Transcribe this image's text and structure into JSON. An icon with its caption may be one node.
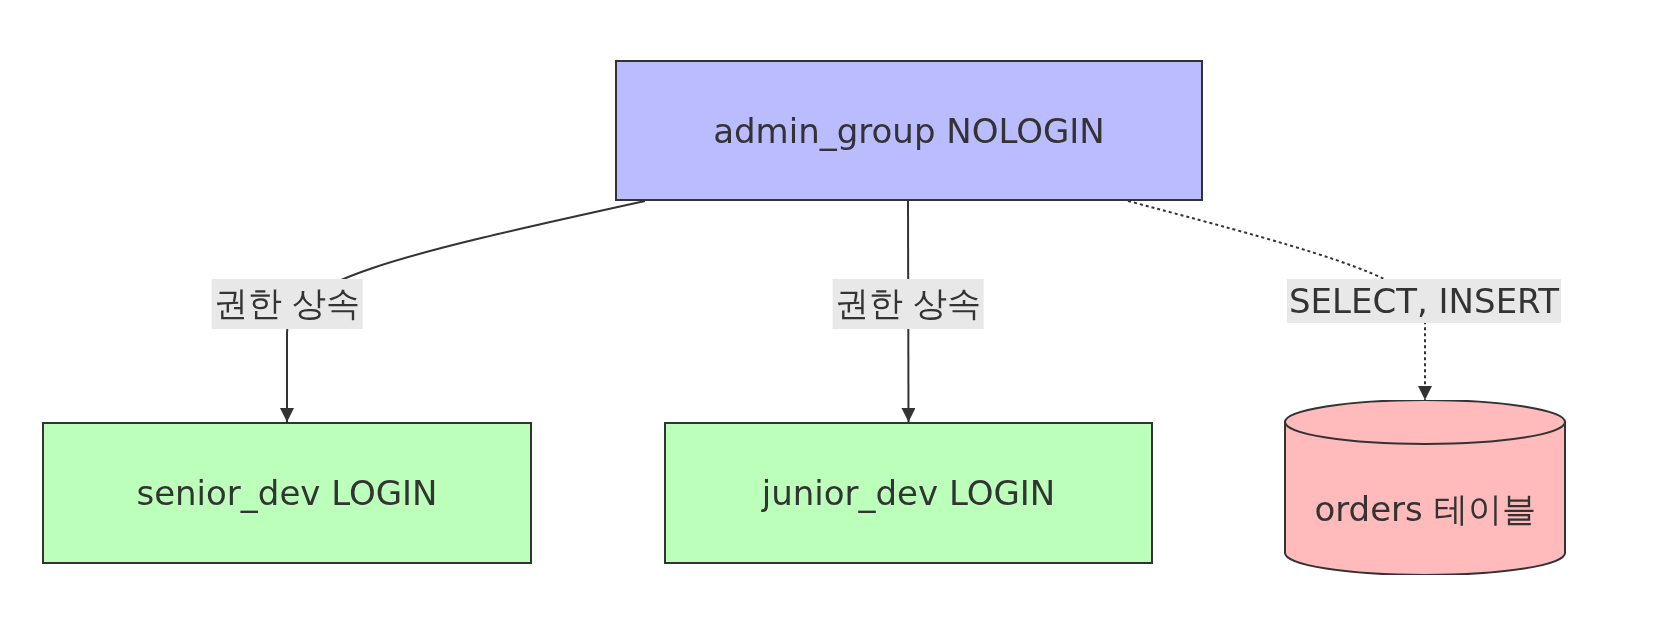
{
  "diagram": {
    "nodes": [
      {
        "text": [
          "admin_group NOLOGIN"
        ]
      },
      {
        "text": [
          "senior_dev LOGIN"
        ]
      },
      {
        "text": [
          "junior_dev LOGIN"
        ]
      },
      {
        "text": [
          "orders 테이블"
        ]
      }
    ],
    "edges": [
      {
        "from": 0,
        "to": 1,
        "arrow": "to",
        "label": "권한 상속"
      },
      {
        "from": 0,
        "to": 2,
        "arrow": "to",
        "label": "권한 상속"
      },
      {
        "from": 0,
        "to": 3,
        "arrow": "to",
        "label": "SELECT, INSERT",
        "style": "dashed"
      }
    ]
  }
}
